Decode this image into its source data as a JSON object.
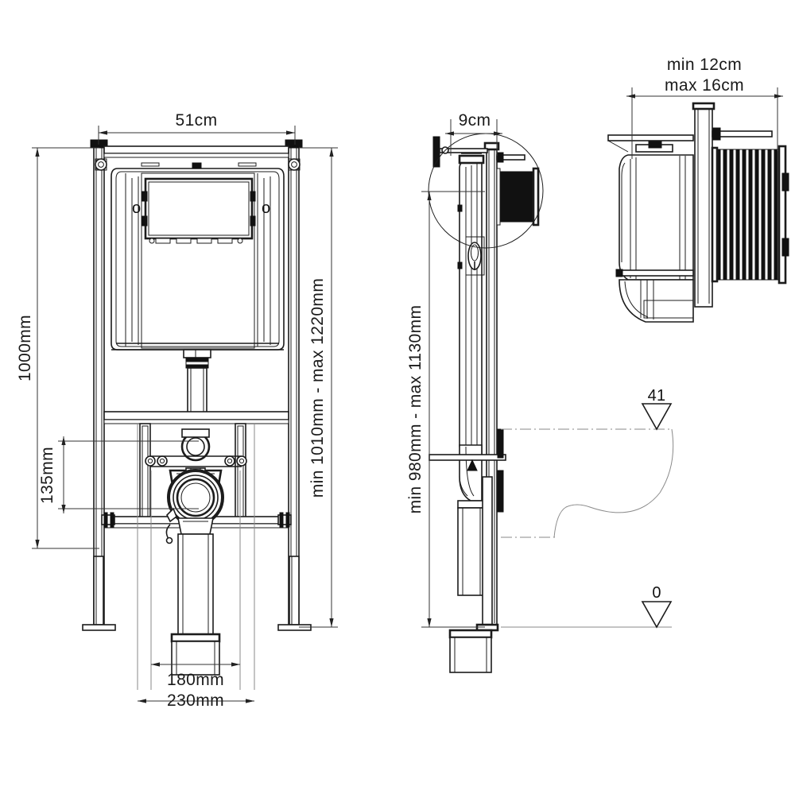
{
  "drawing": {
    "title": "Concealed cistern WC frame installation drawing",
    "background_color": "#ffffff",
    "line_color": "#1c1c1c",
    "views": {
      "front": {
        "name": "front-elevation-view"
      },
      "side": {
        "name": "side-elevation-view"
      },
      "detail": {
        "name": "flush-plate-detail-view"
      }
    }
  },
  "dimensions": {
    "front_width": "51cm",
    "front_total_height": "1000mm",
    "front_height_range": "min 1010mm - max 1220mm",
    "front_offset": "135mm",
    "front_outlet_inner": "180mm",
    "front_outlet_outer": "230mm",
    "side_depth": "9cm",
    "side_height_range": "min 980mm - max 1130mm",
    "detail_depth_min": "min 12cm",
    "detail_depth_max": "max 16cm"
  },
  "levels": {
    "bowl_top": "41",
    "floor": "0"
  },
  "icons": {
    "level_marker": "level-arrow-icon",
    "dim_arrow": "dimension-arrow-icon"
  }
}
